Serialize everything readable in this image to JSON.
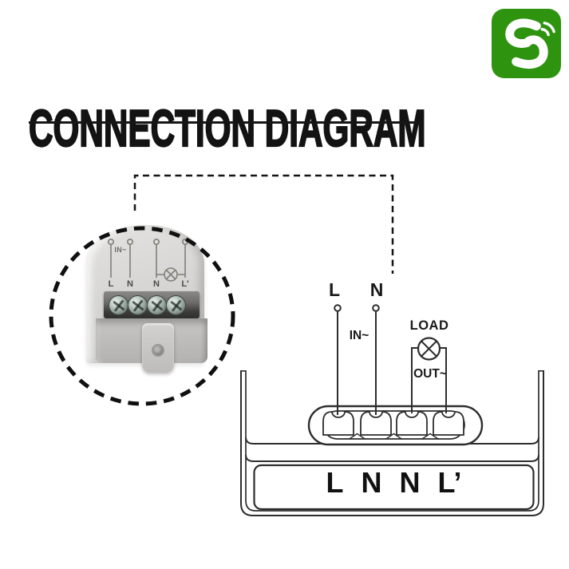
{
  "brand": {
    "logo_color": "#2e9410",
    "logo_icon": "s-wifi-icon"
  },
  "header": {
    "title": "CONNECTION DIAGRAM"
  },
  "magnifier": {
    "print_in_label": "IN~",
    "print_terminals": [
      "L",
      "N",
      "N",
      "L'"
    ]
  },
  "wiring": {
    "live_label": "L",
    "neutral_label": "N",
    "in_label": "IN~",
    "load_label": "LOAD",
    "out_label": "OUT~",
    "device_terminals": [
      "L",
      "N",
      "N",
      "L’"
    ],
    "line_color": "#2d2d2d"
  }
}
